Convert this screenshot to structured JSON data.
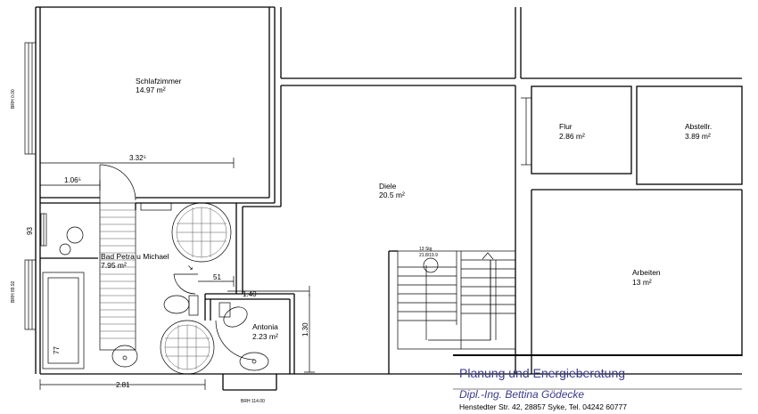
{
  "rooms": {
    "schlafzimmer": {
      "name": "Schlafzimmer",
      "area": "14.97 m²"
    },
    "diele": {
      "name": "Diele",
      "area": "20.5 m²"
    },
    "flur": {
      "name": "Flur",
      "area": "2.86 m²"
    },
    "abstellr": {
      "name": "Abstellr.",
      "area": "3.89 m²"
    },
    "arbeiten": {
      "name": "Arbeiten",
      "area": "13 m²"
    },
    "bad": {
      "name": "Bad Petra u Michael",
      "area": "7.95 m²"
    },
    "antonia": {
      "name": "Antonia",
      "area": "2.23 m²"
    }
  },
  "dimensions": {
    "d332": "3.32⁵",
    "d106": "1.06⁵",
    "d93": "93",
    "d51": "51",
    "d140": "1.40",
    "d130": "1.30",
    "d77": "77",
    "d281": "2.81"
  },
  "stairs": {
    "steps": "13 Stg",
    "ratio": "21.8/19.9"
  },
  "window_notes": {
    "top": "BRH 0.00",
    "mid": "BRH 89.92",
    "bottom": "BRH 114.00"
  },
  "title_block": {
    "company": "Planung und Energieberatung",
    "engineer": "Dipl.-Ing. Bettina Gödecke",
    "address": "Henstedter Str. 42, 28857 Syke, Tel. 04242 60777"
  }
}
